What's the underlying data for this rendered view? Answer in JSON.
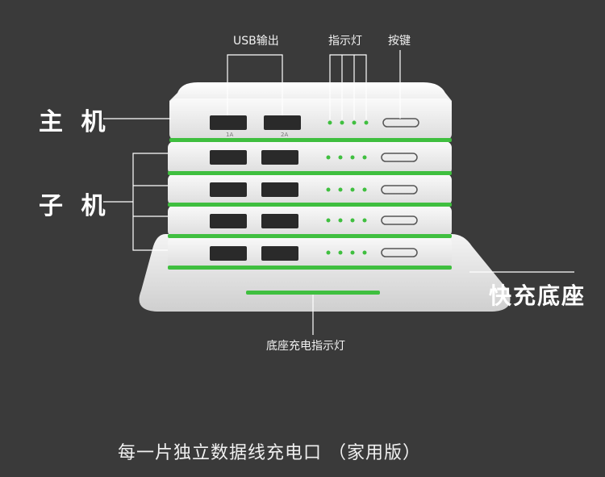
{
  "labels": {
    "usb_output": "USB输出",
    "indicator": "指示灯",
    "button": "按键",
    "host": "主 机",
    "sub": "子 机",
    "fast_base": "快充底座",
    "base_indicator": "底座充电指示灯",
    "port_1a": "1A",
    "port_2a": "2A"
  },
  "caption": "每一片独立数据线充电口 （家用版）",
  "colors": {
    "background": "#3a3a3a",
    "accent_green": "#3fbf3f",
    "device_white": "#f4f4f4"
  }
}
